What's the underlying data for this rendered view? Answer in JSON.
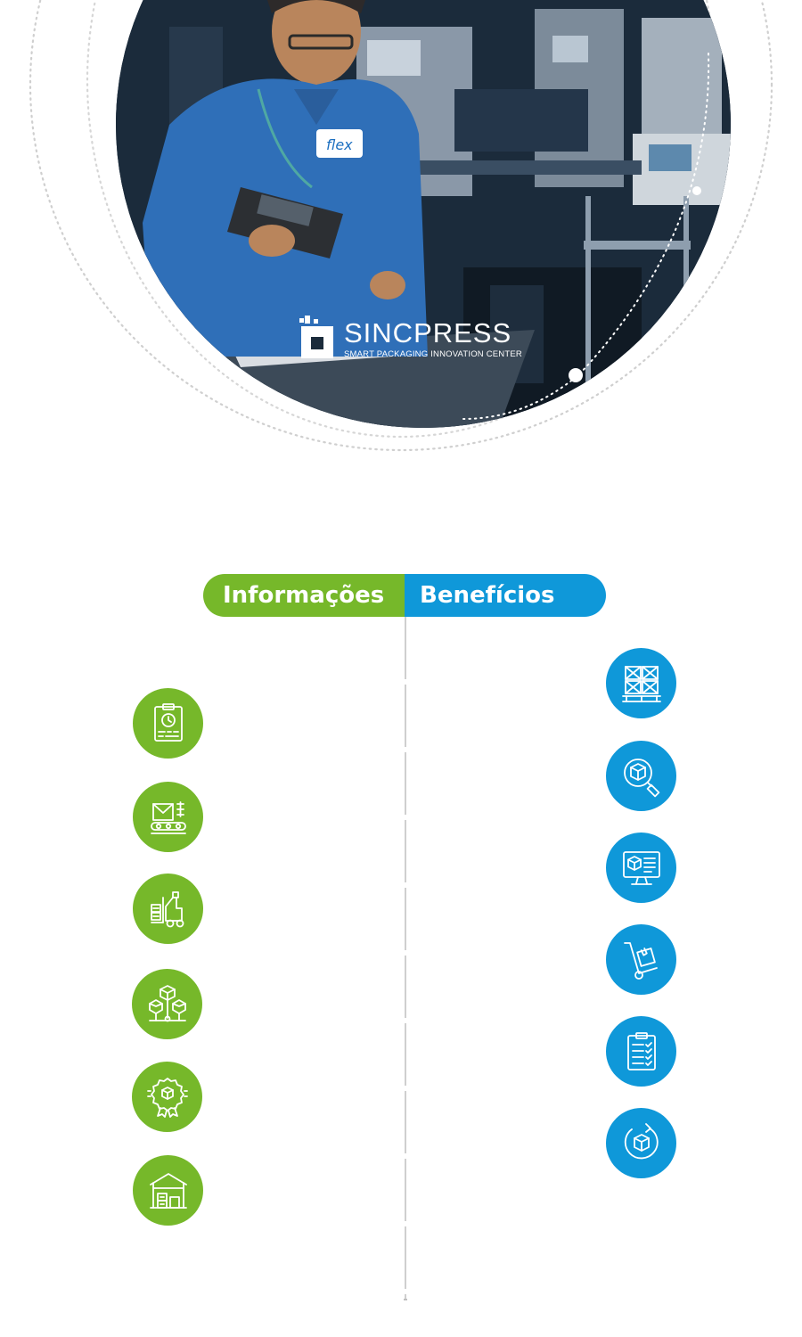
{
  "hero": {
    "logo": {
      "name": "SINCPRESS",
      "tagline": "SMART PACKAGING INNOVATION CENTER"
    },
    "badge_text": "flex"
  },
  "tabs": {
    "informacoes": "Informações",
    "beneficios": "Benefícios"
  },
  "colors": {
    "green": "#76b82a",
    "blue": "#0f98d9",
    "divider": "#cfcfcf"
  },
  "informacoes_icons": [
    "clipboard-clock-icon",
    "conveyor-package-icon",
    "forklift-boxes-icon",
    "box-network-icon",
    "quality-badge-icon",
    "warehouse-icon"
  ],
  "beneficios_icons": [
    "pallet-boxes-icon",
    "box-search-icon",
    "monitor-box-icon",
    "hand-truck-icon",
    "checklist-icon",
    "box-cycle-icon"
  ]
}
